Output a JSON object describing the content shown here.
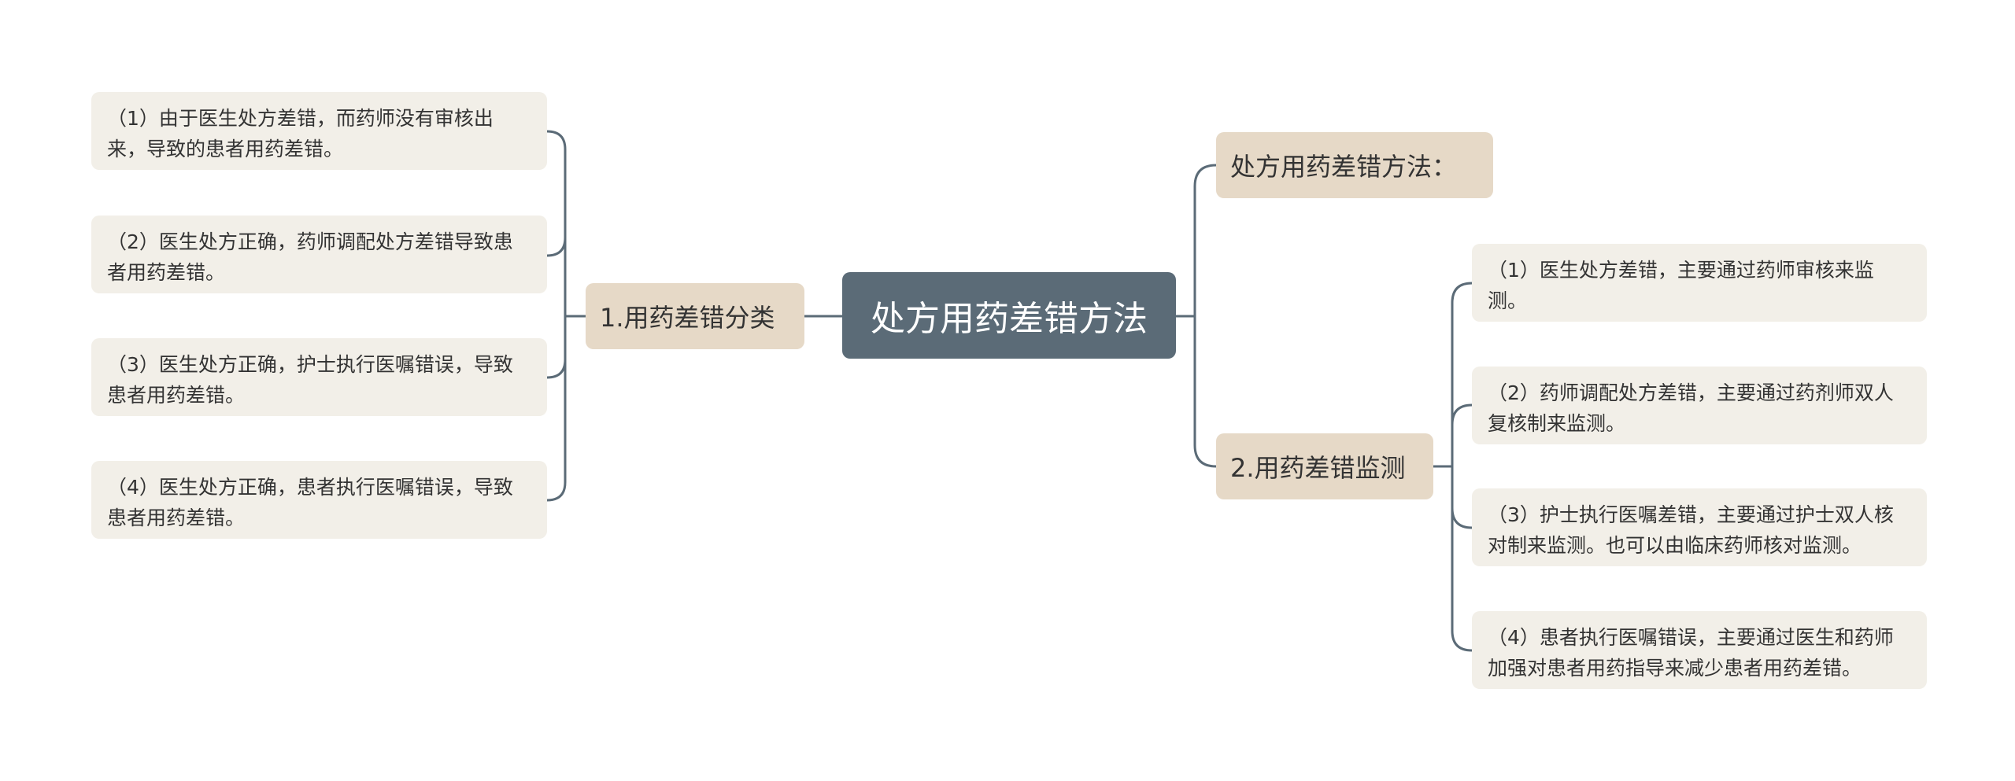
{
  "root": {
    "label": "处方用药差错方法"
  },
  "left_branch": {
    "label": "1.用药差错分类",
    "items": [
      "（1）由于医生处方差错，而药师没有审核出来，导致的患者用药差错。",
      "（2）医生处方正确，药师调配处方差错导致患者用药差错。",
      "（3）医生处方正确，护士执行医嘱错误，导致患者用药差错。",
      "（4）医生处方正确，患者执行医嘱错误，导致患者用药差错。"
    ]
  },
  "right_branch_top": {
    "label": "处方用药差错方法："
  },
  "right_branch_bottom": {
    "label": "2.用药差错监测",
    "items": [
      "（1）医生处方差错，主要通过药师审核来监测。",
      "（2）药师调配处方差错，主要通过药剂师双人复核制来监测。",
      "（3）护士执行医嘱差错，主要通过护士双人核对制来监测。也可以由临床药师核对监测。",
      "（4）患者执行医嘱错误，主要通过医生和药师加强对患者用药指导来减少患者用药差错。"
    ]
  },
  "colors": {
    "root_bg": "#5b6b77",
    "branch_bg": "#e6d9c7",
    "leaf_bg": "#f2efe8",
    "connector": "#5b6b77"
  }
}
